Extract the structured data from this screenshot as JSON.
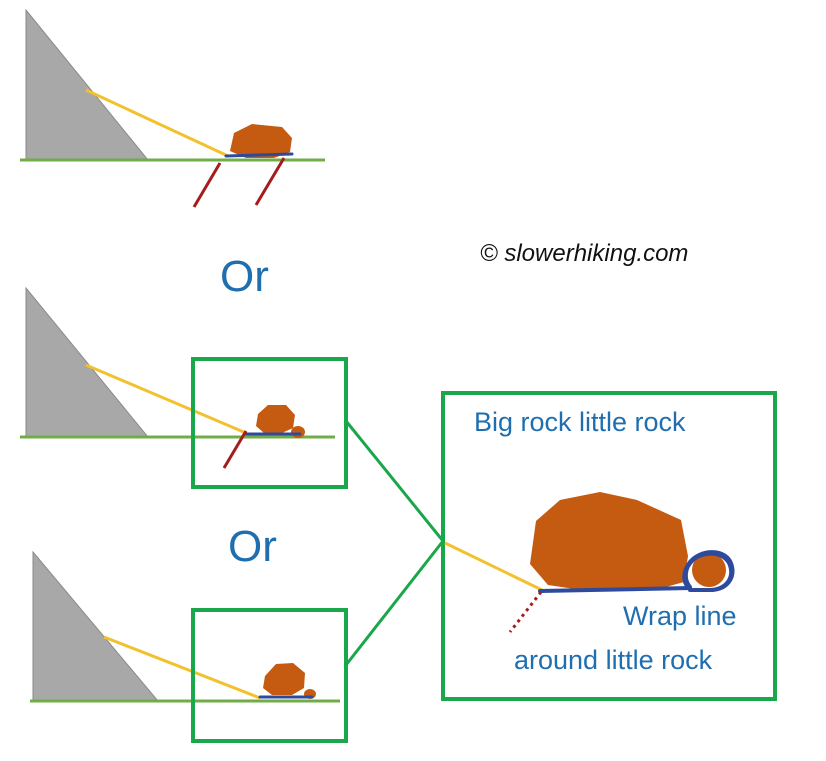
{
  "labels": {
    "or_first": "Or",
    "or_second": "Or",
    "copyright": "© slowerhiking.com",
    "zoom_title": "Big rock little rock",
    "zoom_note_line1": "Wrap line",
    "zoom_note_line2": "around little rock"
  },
  "colors": {
    "tent": "#a8a8a8",
    "tent_edge": "#8a8a8a",
    "ground": "#70ad47",
    "guyline": "#f2c12e",
    "rock": "#c55a11",
    "wrap_line": "#2e4a9c",
    "stake": "#a61c1c",
    "frame": "#1aa64a",
    "text": "#1f6fb0",
    "copyright_text": "#111111"
  },
  "icons": [
    "tent-triangle",
    "rock",
    "stake",
    "guyline"
  ]
}
